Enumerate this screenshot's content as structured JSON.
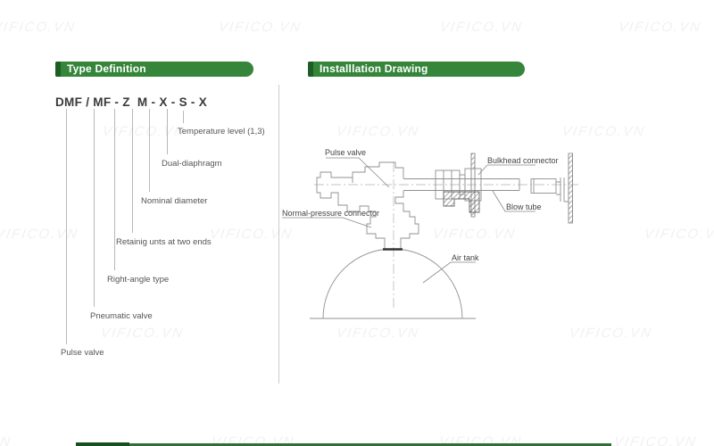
{
  "watermark": {
    "text": "VIFICO.VN"
  },
  "colors": {
    "banner_green": "#35853b",
    "banner_edge_green": "#1c5e26",
    "footer_green": "#2f6f35",
    "footer_edge_green": "#184f1f",
    "drawing_line_gray": "#909090",
    "label_gray": "#555555"
  },
  "type_definition": {
    "header": "Type Definition",
    "code": "DMF / MF - Z  M - X - S - X",
    "labels": [
      "Temperature level (1,3)",
      "Dual-diaphragm",
      "Nominal diameter",
      "Retainig unts at two ends",
      "Right-angle type",
      "Pneumatic valve",
      "Pulse valve"
    ]
  },
  "installation_drawing": {
    "header": "Installlation Drawing",
    "callouts": {
      "pulse_valve": "Pulse valve",
      "bulkhead_connector": "Bulkhead connector",
      "normal_pressure_connector": "Normal-pressure connector",
      "blow_tube": "Blow tube",
      "air_tank": "Air tank"
    }
  }
}
